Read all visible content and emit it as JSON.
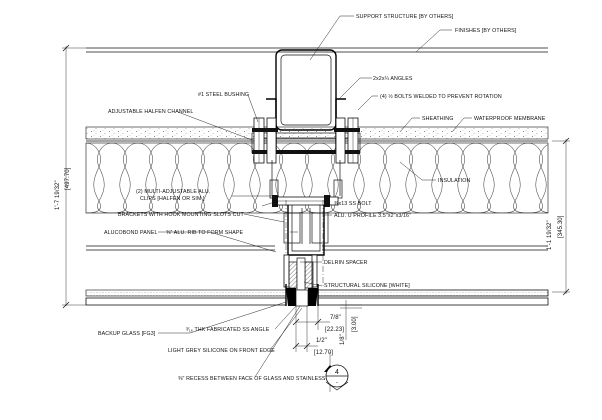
{
  "labels": {
    "support_structure": "SUPPORT STRUCTURE [BY OTHERS]",
    "finishes": "FINISHES [BY OTHERS]",
    "angles": "2x2x¼ ANGLES",
    "steel_bushing": "#1 STEEL BUSHING",
    "bolts_welded": "(4) ½ BOLTS WELDED TO PREVENT ROTATION",
    "halfen_channel": "ADJUSTABLE HALFEN CHANNEL",
    "sheathing": "SHEATHING",
    "membrane": "WATERPROOF MEMBRANE",
    "insulation": "INSULATION",
    "clips_1": "(2) MULTI-ADJUSTABLE ALU.",
    "clips_2": "CLIPS [HALFEN OR SIM.]",
    "ss_bolt": "⅜x13 SS BOLT",
    "brackets": "BRACKETS WITH HOOK MOUNTING SLOTS CUT",
    "u_profile": "ALU. U PROFILE 3.5\"x2\"x3/16\"",
    "alucobond": "ALUCOBOND PANEL",
    "alu_rib": "⅜\" ALU. RIB TO FORM SHAPE",
    "delrin": "DELRIN SPACER",
    "silicone": "STRUCTURAL SILICONE [WHITE]",
    "backup_glass": "BACKUP GLASS [FG3]",
    "ss_angle": "³⁄₁₆ THK FABRICATED SS ANGLE",
    "light_grey": "LIGHT GREY SILICONE ON FRONT EDGE",
    "recess": "⅜\" RECESS BETWEEN FACE OF GLASS AND STAINLESS"
  },
  "dimensions": {
    "left_imperial": "1'-7 19/32\"",
    "left_metric": "[497.70]",
    "right_imperial": "1'-1 19/32\"",
    "right_metric": "[345.30]",
    "d_7_8": "7/8\"",
    "d_22_23": "[22.23]",
    "d_1_8": "1/8\"",
    "d_3_00": "[3.00]",
    "d_1_2": "1/2\"",
    "d_12_70": "[12.70]"
  },
  "section_tag": {
    "number": "4",
    "sheet": "-"
  }
}
